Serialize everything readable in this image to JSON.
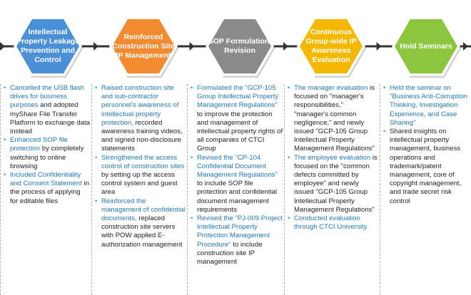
{
  "colors": {
    "line": "#333333",
    "link": "#1f79b8",
    "bullet": "#2aa9de",
    "stage1": "#4a90d9",
    "stage2": "#f28a30",
    "stage3": "#8a8a8a",
    "stage4": "#f5b800",
    "stage5": "#8cc63f"
  },
  "stages": [
    {
      "title": "Intellectual Property Leakage Prevention and Control",
      "items": [
        {
          "hl": "Cancelled the USB flash drives for business purposes",
          "rest": " and adopted myShare File Transfer Platform to exchange data instead"
        },
        {
          "hl": "Enhanced SOP file protection",
          "rest": " by completely switching to online browsing"
        },
        {
          "hl": "Included Confidentiality and Consent Statement",
          "rest": " in the process of applying for editable files"
        }
      ]
    },
    {
      "title": "Reinforced Construction Site IP Management",
      "items": [
        {
          "hl": "Raised construction site and sub-contractor personnel's awareness of intellectual property protection,",
          "rest": " recorded awareness training videos, and signed non-disclosure statements"
        },
        {
          "hl": "Strengthened the access control of construction sites",
          "rest": " by setting up the access control system and guest area"
        },
        {
          "hl": "Reinforced the management of confidential documents,",
          "rest": " replaced construction site servers with POW applied E-authorization management"
        }
      ]
    },
    {
      "title": "SOP Formulation/ Revision",
      "items": [
        {
          "hl": "Formulated the \"GCP-105 Group Intellectual Property Management Regulations\"",
          "rest": " to improve the protection and management of intellectual property rights of all companies of CTCI Group"
        },
        {
          "hl": "Revised the \"CP-104 Confidential Document Management Regulations\"",
          "rest": " to include SOP file protection and confidential document management requirements"
        },
        {
          "hl": "Revised the \"PJ-009 Project Intellectual Property Protection Management Procedure\"",
          "rest": " to include construction site IP management"
        }
      ]
    },
    {
      "title": "Continuous Group-wide IP Awareness Evaluation",
      "items": [
        {
          "hl": "The manager evaluation",
          "rest": " is focused on \"manager's responsibilities,\" \"manager's common negligence,\" and newly issued \"GCP-105 Group Intellectual Property Management Regulations\""
        },
        {
          "hl": "The employee evaluation",
          "rest": " is focused on the \"common defects committed by employee\" and newly issued \"GCP-105 Group Intellectual Property Management Regulations\""
        },
        {
          "hl": "Conducted evaluation through CTCI University",
          "rest": ""
        }
      ]
    },
    {
      "title": "Hold Seminars",
      "items": [
        {
          "hl": "Held the seminar on \"Business Anti-Corruption Thinking, Investigation Experience, and Case Sharing\"",
          "rest": ""
        },
        {
          "hl": "",
          "rest": "Shared insights on intellectual property management, business operations and trademark/patent management, core of copyright management, and trade secret risk control"
        }
      ]
    }
  ]
}
